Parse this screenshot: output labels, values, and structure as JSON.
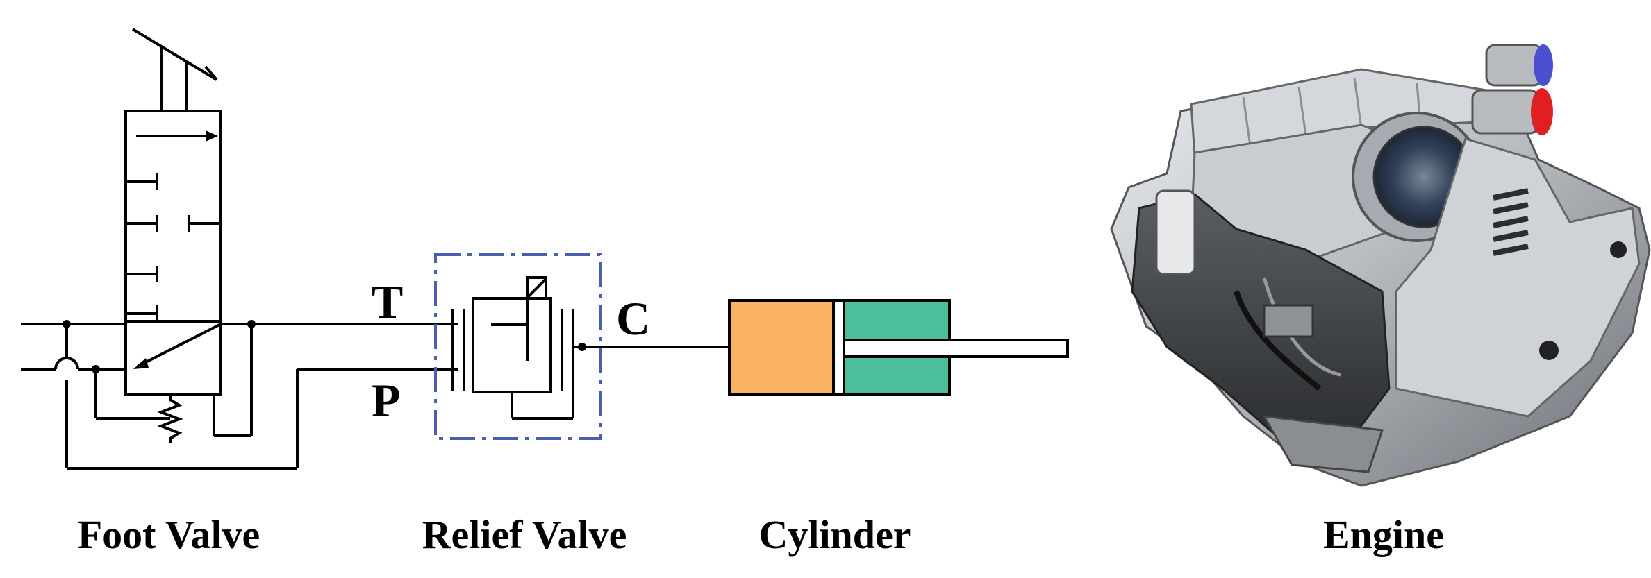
{
  "labels": {
    "foot_valve": "Foot Valve",
    "relief_valve": "Relief Valve",
    "cylinder": "Cylinder",
    "engine": "Engine"
  },
  "ports": {
    "t": "T",
    "p": "P",
    "c": "C"
  },
  "colors": {
    "cylinder_cap": "#F9B263",
    "cylinder_rod_side": "#4DBE9C",
    "relief_boundary": "#4A5FB0",
    "engine_body": "#B9BDC2",
    "engine_cap_blue": "#4A4FD0",
    "engine_cap_red": "#E02020"
  },
  "icons": {
    "engine": "diesel-engine-photo"
  }
}
